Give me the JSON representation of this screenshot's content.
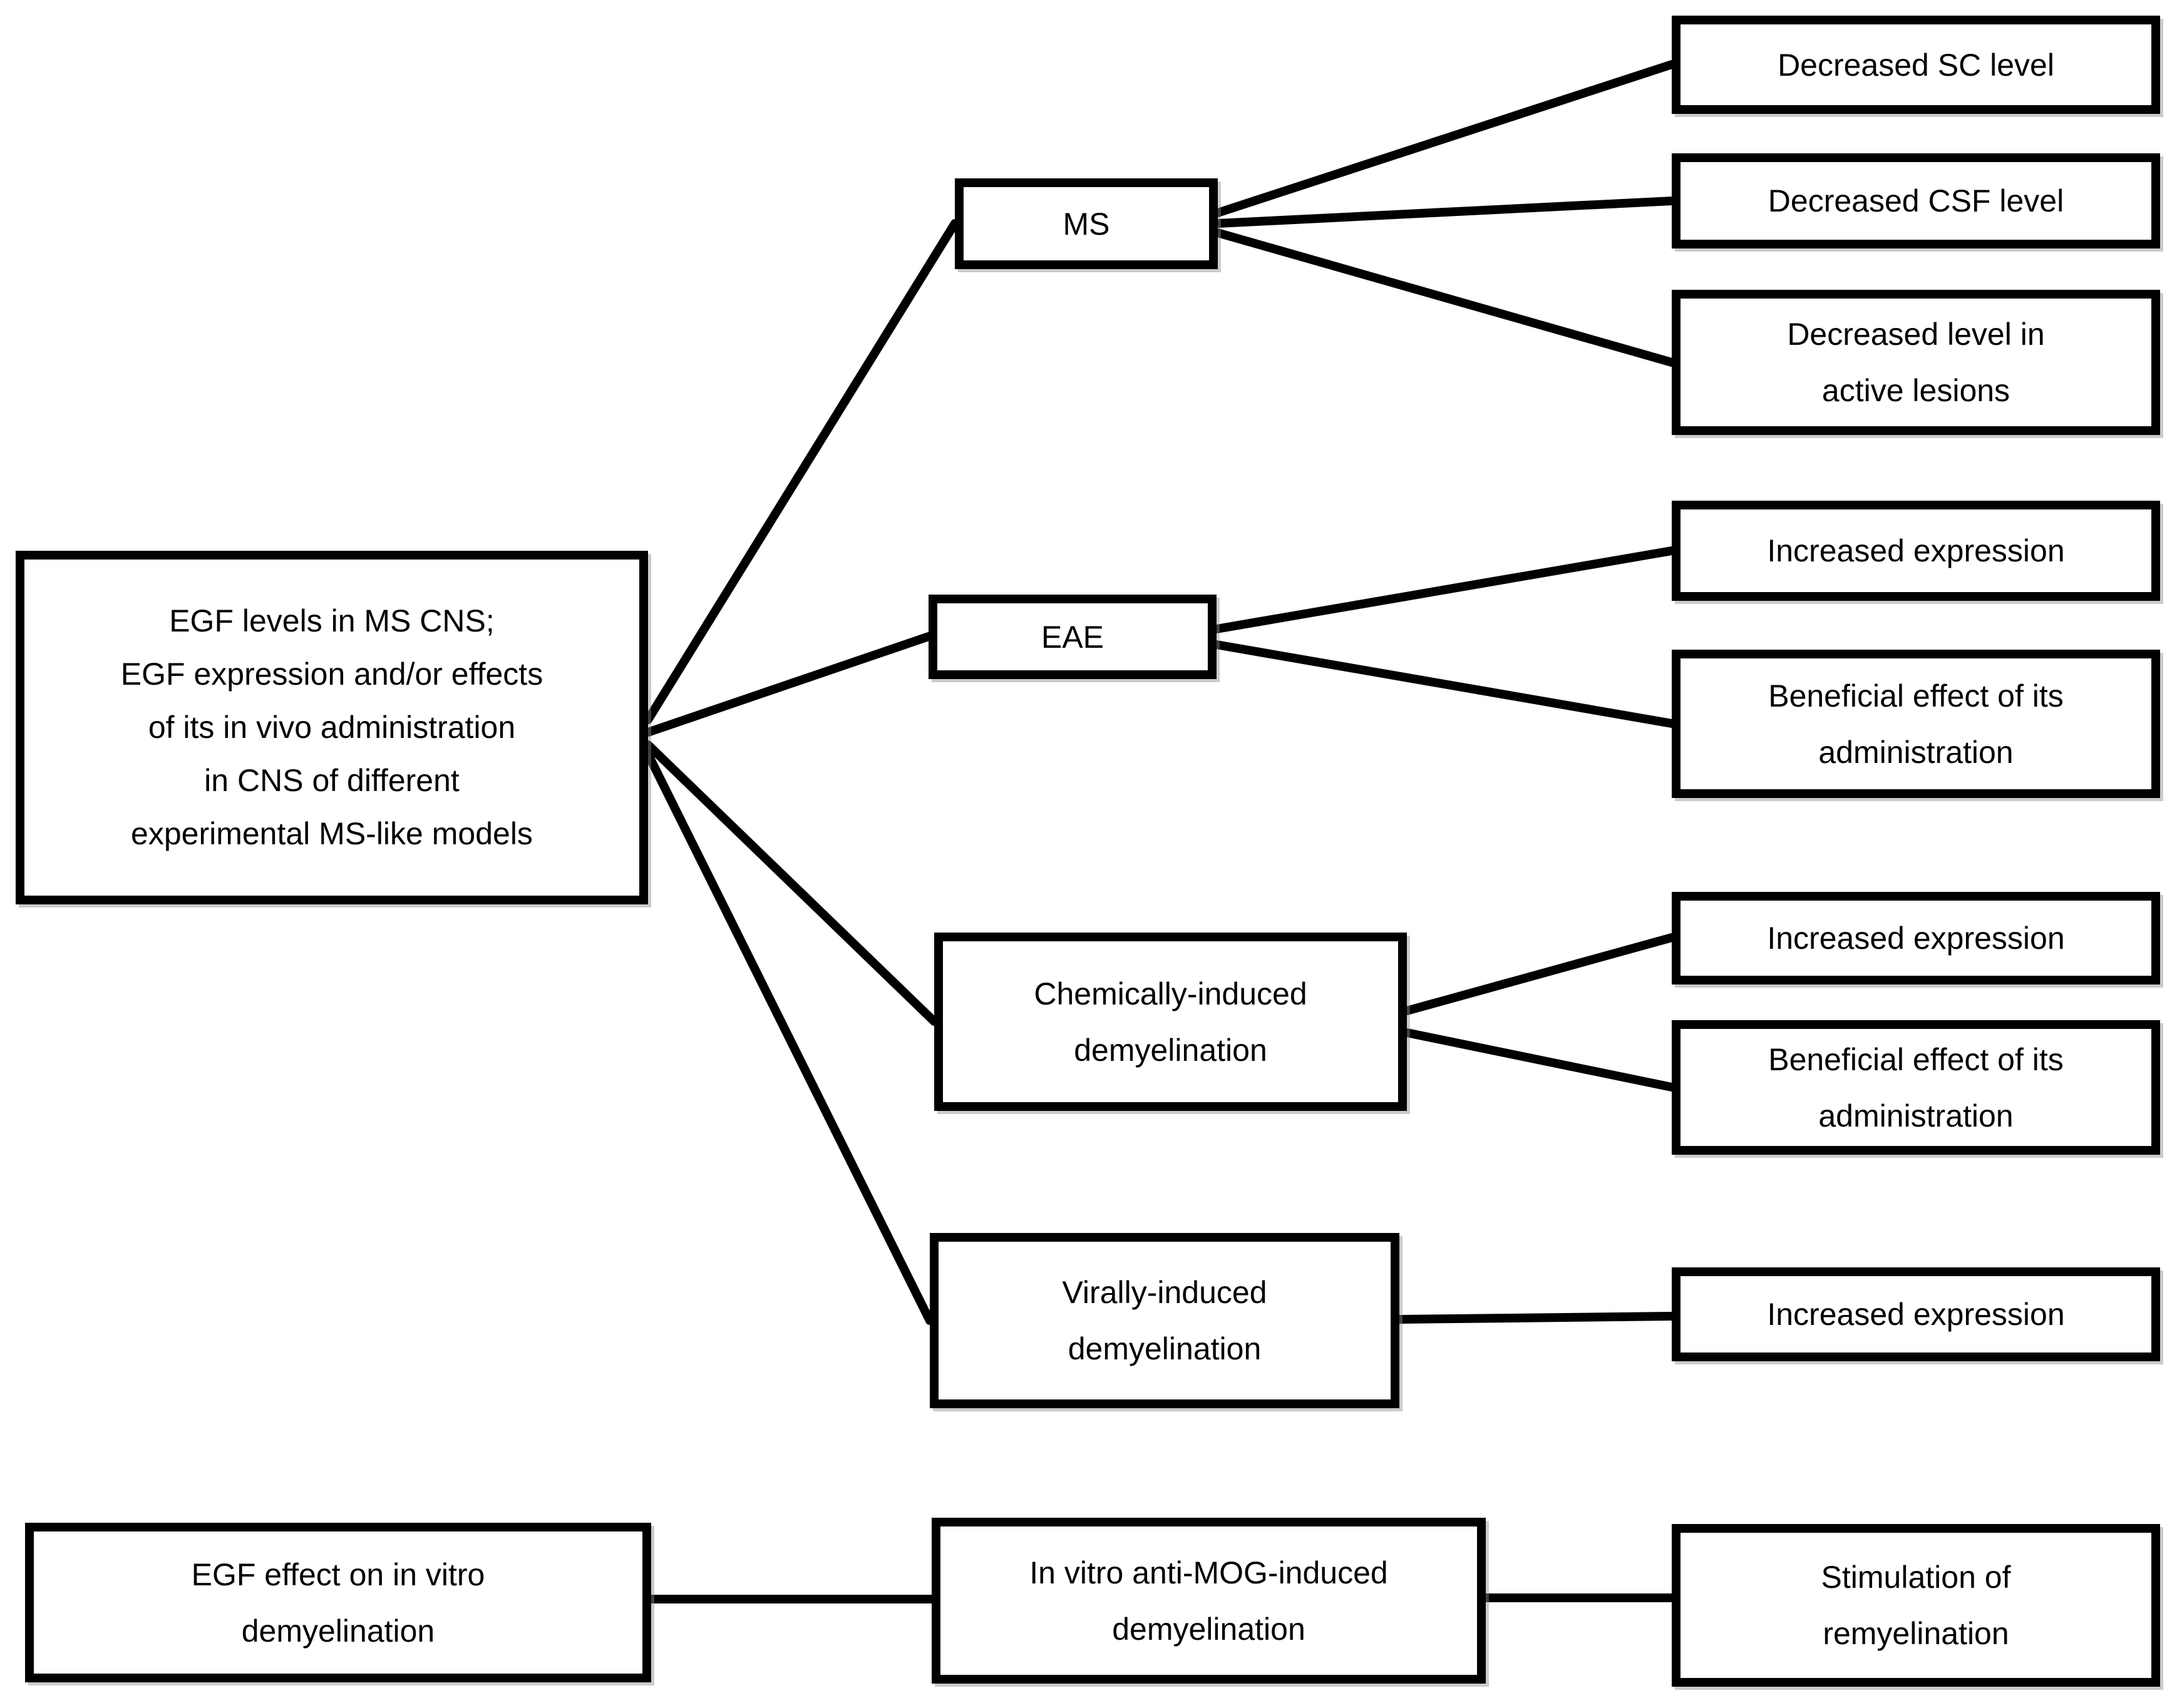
{
  "figure": {
    "colors": {
      "background": "#ffffff",
      "box_border": "#000000",
      "connector": "#000000",
      "text": "#000000"
    },
    "nodes": {
      "main": "EGF levels in MS CNS;\nEGF expression and/or effects\nof its in vivo administration\nin CNS of different\nexperimental MS-like models",
      "ms": "MS",
      "eae": "EAE",
      "chem": "Chemically-induced\ndemyelination",
      "viral": "Virally-induced\ndemyelination",
      "decreased_sc": "Decreased SC level",
      "decreased_csf": "Decreased CSF level",
      "decreased_lesions": "Decreased level in\nactive lesions",
      "increased_expression_eae": "Increased expression",
      "beneficial_administration_eae": "Beneficial effect of its\nadministration",
      "increased_expression_chem": "Increased expression",
      "beneficial_administration_chem": "Beneficial effect of its\nadministration",
      "increased_expression_viral": "Increased expression",
      "egf_in_vitro_effect": "EGF effect on in vitro\ndemyelination",
      "anti_mog": "In vitro anti-MOG-induced\ndemyelination",
      "stimulation_remyelination": "Stimulation of\nremyelination"
    },
    "edges": [
      {
        "from": "main",
        "to": "ms"
      },
      {
        "from": "main",
        "to": "eae"
      },
      {
        "from": "main",
        "to": "chem"
      },
      {
        "from": "main",
        "to": "viral"
      },
      {
        "from": "ms",
        "to": "decreased_sc"
      },
      {
        "from": "ms",
        "to": "decreased_csf"
      },
      {
        "from": "ms",
        "to": "decreased_lesions"
      },
      {
        "from": "eae",
        "to": "increased_expression_eae"
      },
      {
        "from": "eae",
        "to": "beneficial_administration_eae"
      },
      {
        "from": "chem",
        "to": "increased_expression_chem"
      },
      {
        "from": "chem",
        "to": "beneficial_administration_chem"
      },
      {
        "from": "viral",
        "to": "increased_expression_viral"
      },
      {
        "from": "egf_in_vitro_effect",
        "to": "anti_mog"
      },
      {
        "from": "anti_mog",
        "to": "stimulation_remyelination"
      }
    ]
  }
}
